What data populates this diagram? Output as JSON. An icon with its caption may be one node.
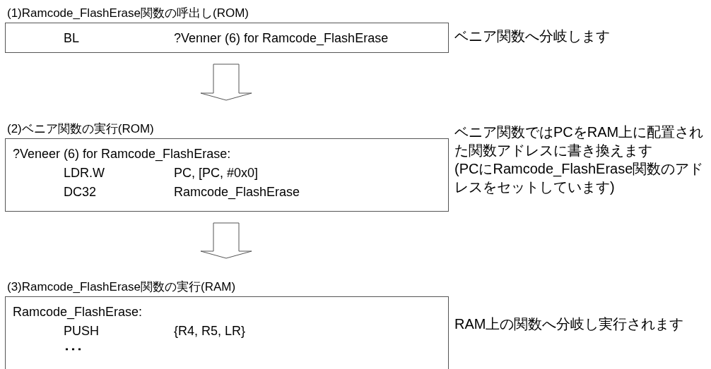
{
  "diagram": {
    "nodes": [
      {
        "text": [
          "(1)Ramcode_FlashErase関数の呼出し(ROM)",
          "BL",
          "?Venner (6) for Ramcode_FlashErase"
        ],
        "beside": [
          "ベニア関数へ分岐します"
        ]
      },
      {
        "text": [
          "(2)ベニア関数の実行(ROM)",
          "?Veneer (6) for Ramcode_FlashErase:",
          "LDR.W",
          "PC, [PC, #0x0]",
          "DC32",
          "Ramcode_FlashErase"
        ],
        "beside": [
          "ベニア関数ではPCをRAM上に配置された関数アドレスに書き換えます",
          "(PCにRamcode_FlashErase関数のアドレスをセットしています)"
        ]
      },
      {
        "text": [
          "(3)Ramcode_FlashErase関数の実行(RAM)",
          "Ramcode_FlashErase:",
          "PUSH",
          "{R4, R5, LR}",
          "･･･"
        ],
        "beside": [
          "RAM上の関数へ分岐し実行されます"
        ]
      }
    ],
    "edges": [
      {
        "from": 0,
        "to": 1,
        "arrow": "to"
      },
      {
        "from": 1,
        "to": 2,
        "arrow": "to"
      }
    ]
  }
}
